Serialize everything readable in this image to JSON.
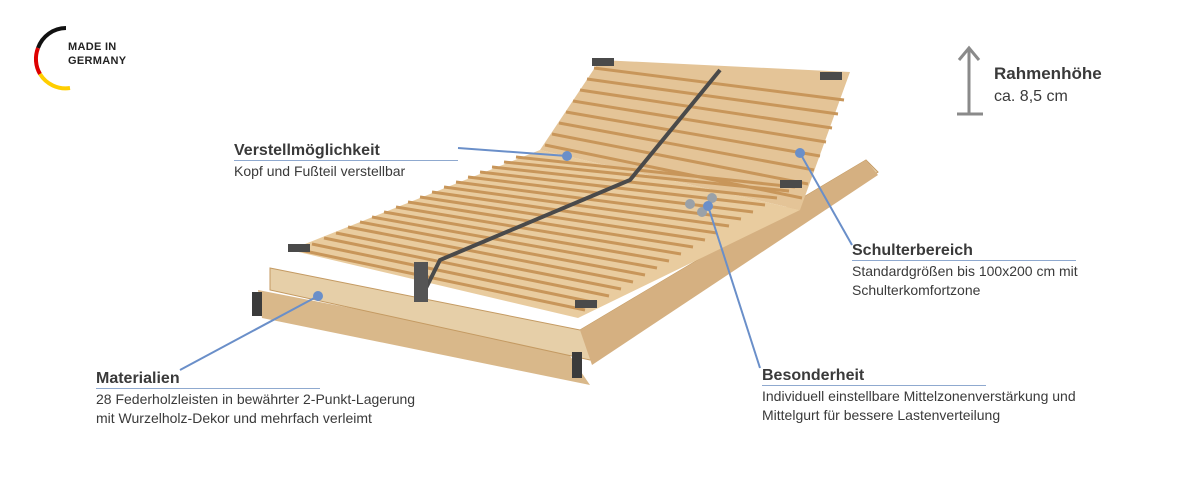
{
  "badge": {
    "line1": "MADE IN",
    "line2": "GERMANY",
    "colors": [
      "#000000",
      "#dd0000",
      "#ffce00"
    ]
  },
  "frame_height": {
    "title": "Rahmenhöhe",
    "value": "ca. 8,5 cm",
    "icon": "up-arrow-icon"
  },
  "callouts": {
    "adjust": {
      "title": "Verstellmöglichkeit",
      "lines": [
        "Kopf und Fußteil verstellbar"
      ]
    },
    "shoulder": {
      "title": "Schulterbereich",
      "lines": [
        "Standardgrößen bis 100x200 cm mit",
        "Schulterkomfortzone"
      ]
    },
    "materials": {
      "title": "Materialien",
      "lines": [
        "28 Federholzleisten in bewährter 2-Punkt-Lagerung",
        "mit Wurzelholz-Dekor und mehrfach verleimt"
      ]
    },
    "special": {
      "title": "Besonderheit",
      "lines": [
        "Individuell einstellbare Mittelzonenverstärkung und",
        "Mittelgurt für bessere Lastenverteilung"
      ]
    }
  },
  "accent_color": "#6a8fc9"
}
